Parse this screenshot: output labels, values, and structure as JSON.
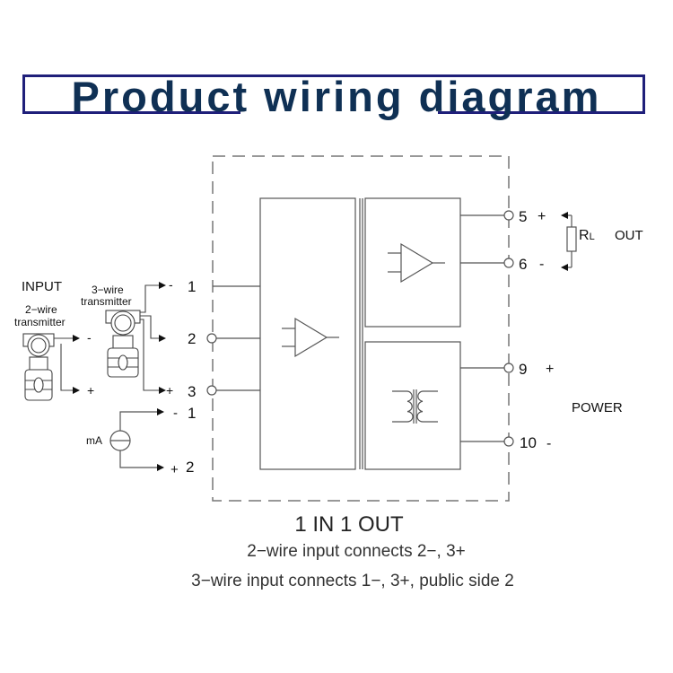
{
  "header": {
    "title": "Product wiring diagram"
  },
  "diagram": {
    "input_label": "INPUT",
    "two_wire_label_1": "2−wire",
    "two_wire_label_2": "transmitter",
    "three_wire_label_1": "3−wire",
    "three_wire_label_2": "transmitter",
    "terminals_left": [
      {
        "num": "1",
        "sign": "-"
      },
      {
        "num": "2",
        "sign": ""
      },
      {
        "num": "3",
        "sign": "+"
      }
    ],
    "ma_source": {
      "label": "mA",
      "t1_num": "1",
      "t1_sign": "-",
      "t2_num": "2",
      "t2_sign": "+"
    },
    "two_wire_signs": {
      "top": "-",
      "bottom": "+"
    },
    "terminals_right": [
      {
        "num": "5",
        "sign": "+"
      },
      {
        "num": "6",
        "sign": "-"
      },
      {
        "num": "9",
        "sign": "+"
      },
      {
        "num": "10",
        "sign": "-"
      }
    ],
    "load_label": "R",
    "load_sub": "L",
    "out_label": "OUT",
    "power_label": "POWER",
    "colors": {
      "title": "#0f3054",
      "title_border": "#1f1f7a",
      "line": "#555555",
      "dash": "#777777"
    }
  },
  "footer": {
    "title": "1 IN 1 OUT",
    "line1": "2−wire input connects 2−, 3+",
    "line2": "3−wire input connects 1−, 3+, public side 2"
  }
}
